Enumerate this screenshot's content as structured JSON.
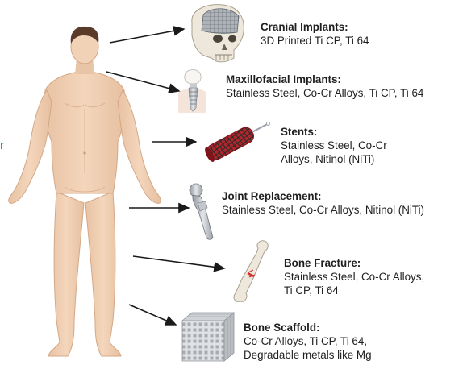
{
  "stray_letter": "r",
  "implants": [
    {
      "title": "Cranial Implants:",
      "lines": [
        "3D Printed Ti CP, Ti 64"
      ]
    },
    {
      "title": "Maxillofacial Implants:",
      "lines": [
        "Stainless Steel, Co-Cr Alloys, Ti CP, Ti 64"
      ]
    },
    {
      "title": "Stents:",
      "lines": [
        "Stainless Steel, Co-Cr",
        "Alloys, Nitinol (NiTi)"
      ]
    },
    {
      "title": "Joint Replacement:",
      "lines": [
        "Stainless Steel, Co-Cr Alloys, Nitinol (NiTi)"
      ]
    },
    {
      "title": "Bone Fracture:",
      "lines": [
        "Stainless Steel, Co-Cr Alloys,",
        "Ti CP, Ti 64"
      ]
    },
    {
      "title": "Bone Scaffold:",
      "lines": [
        "Co-Cr Alloys, Ti CP, Ti 64,",
        "Degradable metals like Mg"
      ]
    }
  ],
  "colors": {
    "skin": "#f1cfb2",
    "skin_shadow": "#deb292",
    "hair": "#5a3b2a",
    "arrow": "#1a1a1a",
    "text": "#1f1f1f",
    "stent": "#b5252b",
    "metal": "#b9bec4",
    "bone": "#eee8dc"
  }
}
